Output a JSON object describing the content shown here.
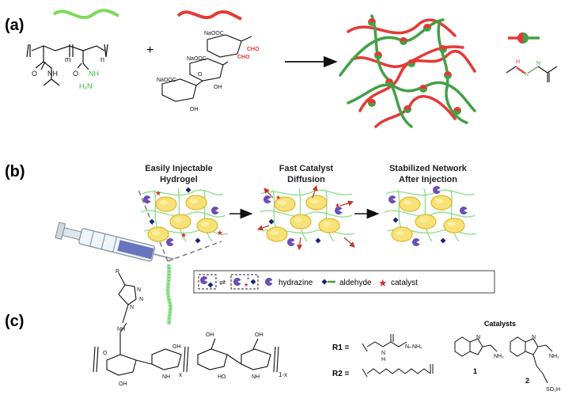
{
  "panel_a": {
    "label": "(a)",
    "plus": "+",
    "polymer1": {
      "amide_nh": "NH",
      "n_sub": "n",
      "m_sub": "m",
      "hydrazide_nh": "NH",
      "hydrazide_nh2": "H₂N",
      "carbonyl_o": "O"
    },
    "polymer2": {
      "naooc1": "NaOOC",
      "naooc2": "NaOOC",
      "naooc3": "NaOOC",
      "cho1": "CHO",
      "cho2": "CHO",
      "oh1": "OH",
      "oh2": "OH",
      "o_link": "O"
    },
    "link_atoms": {
      "n1": "N",
      "n2": "N",
      "h": "H"
    }
  },
  "panel_b": {
    "label": "(b)",
    "step1_title_line1": "Easily Injectable",
    "step1_title_line2": "Hydrogel",
    "step2_title_line1": "Fast Catalyst",
    "step2_title_line2": "Diffusion",
    "step3_title_line1": "Stabilized Network",
    "step3_title_line2": "After Injection",
    "legend": {
      "hydrazine": "hydrazine",
      "aldehyde": "aldehyde",
      "catalyst": "catalyst",
      "plus": "+"
    }
  },
  "panel_c": {
    "label": "(c)",
    "r_label": "R",
    "x_label": "x",
    "one_minus_x": "1-x",
    "ring_atoms": {
      "n_top": "N",
      "n_mid": "N",
      "n_bot": "N",
      "nh": "NH",
      "nh2": "NH",
      "oh1": "OH",
      "oh2": "OH",
      "oh3": "OH",
      "oh4": "OH",
      "ho": "HO",
      "o": "O"
    },
    "r1_label": "R1 =",
    "r2_label": "R2 =",
    "r1_tail": "N–NH₂",
    "r1_h": "H",
    "r1_nh": "N",
    "catalysts_title": "Catalysts",
    "cat1_number": "1",
    "cat2_number": "2",
    "cat_nh2": "NH₂",
    "cat_nh": "N",
    "cat_so3h": "SO₃H"
  }
}
